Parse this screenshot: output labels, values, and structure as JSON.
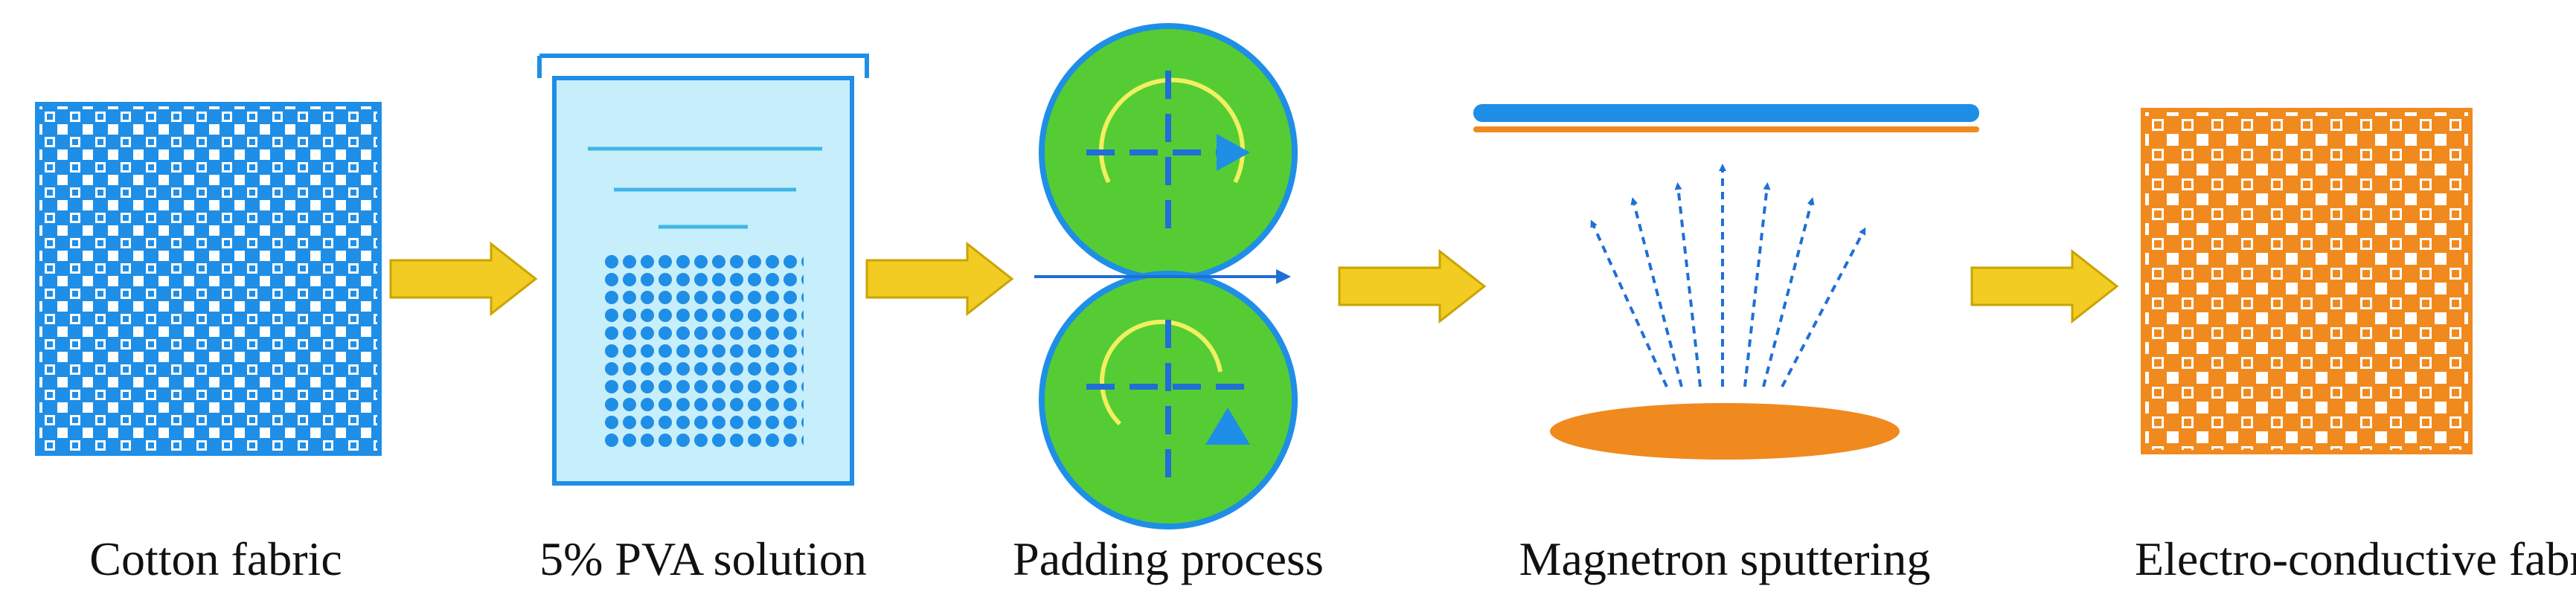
{
  "stages": [
    {
      "label": "Cotton fabric"
    },
    {
      "label": "5% PVA solution"
    },
    {
      "label": "Padding process"
    },
    {
      "label": "Magnetron sputtering"
    },
    {
      "label": "Electro-conductive fabric"
    }
  ],
  "colors": {
    "fabric_blue": "#1f8ee6",
    "fabric_orange": "#f08a1e",
    "solution_fill": "#c7eefb",
    "solution_line": "#3fb6e6",
    "roller_green": "#55cc33",
    "roller_edge": "#1f8ee6",
    "arrow_yellow": "#f2cc22",
    "arrow_edge": "#c9a400",
    "plate_blue": "#1f8ee6",
    "plate_orange": "#f08a1e",
    "dash_blue": "#1f6fd6"
  }
}
